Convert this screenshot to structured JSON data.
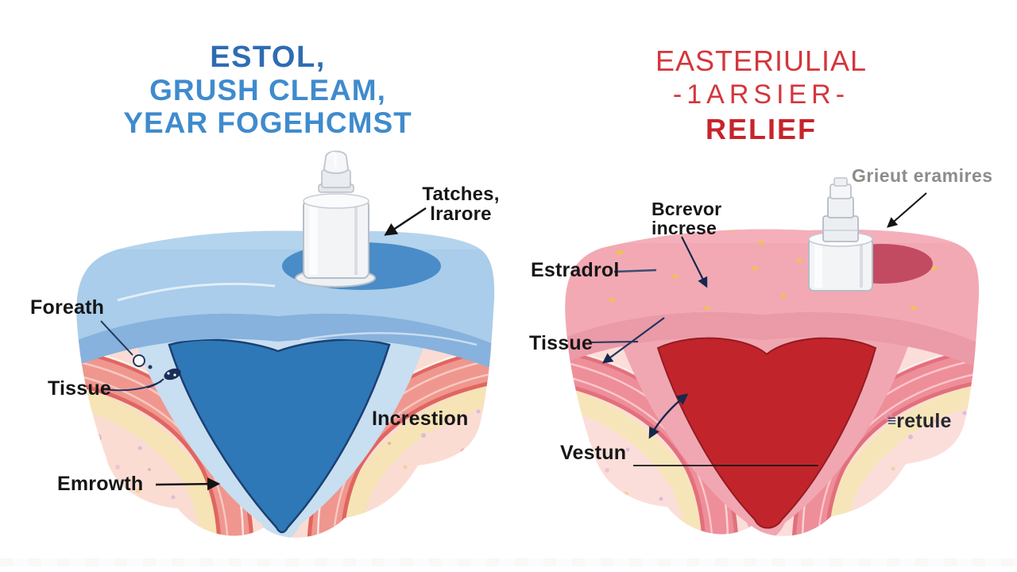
{
  "page": {
    "background": "#ffffff"
  },
  "left_panel": {
    "title_lines": [
      "ESTOL,",
      "GRUSH CLEAM,",
      "YEAR FOGEHCMST"
    ],
    "title_color_primary": "#2e6cb3",
    "title_color_secondary": "#3f8bcd",
    "labels": {
      "tatches_line1": "Tatches,",
      "tatches_line2": "lrarore",
      "foreath": "Foreath",
      "tissue": "Tissue",
      "emrowth": "Emrowth",
      "increstion": "Increstion"
    },
    "diagram_colors": {
      "surface": "#a9cdea",
      "surface_band": "#86b2dd",
      "channel": "#2e78b7",
      "channel_outline": "#1b4071",
      "muscle": "#ef978f",
      "muscle_edge": "#e0665f",
      "submucosa": "#f6e3b6",
      "interior": "#fbdcd3",
      "puddle": "#4a8cc7"
    }
  },
  "right_panel": {
    "title_lines": [
      "EASTERIULIAL",
      "-1ARSIER-",
      "RELIEF"
    ],
    "title_color_primary": "#d4363c",
    "title_color_bold": "#c7242b",
    "labels": {
      "grant": "Grieut eramires",
      "bcrevor_line1": "Bcrevor",
      "bcrevor_line2": "increse",
      "estradrol": "Estradrol",
      "tissue": "Tissue",
      "vestun": "Vestun",
      "retule_prefix": "≡",
      "retule": "retule"
    },
    "diagram_colors": {
      "surface": "#f2a9b4",
      "surface_band": "#eb9aa7",
      "channel": "#c2242b",
      "channel_outline": "#931b22",
      "muscle": "#ee8e99",
      "muscle_edge": "#e2707c",
      "submucosa": "#f7e5ba",
      "interior": "#fbded9",
      "puddle": "#c34b61",
      "speckle_yellow": "#f0c155"
    }
  },
  "annotation": {
    "line_black": "#141414",
    "line_navy": "#22365e",
    "gray_label_color": "#8e8c8a"
  }
}
